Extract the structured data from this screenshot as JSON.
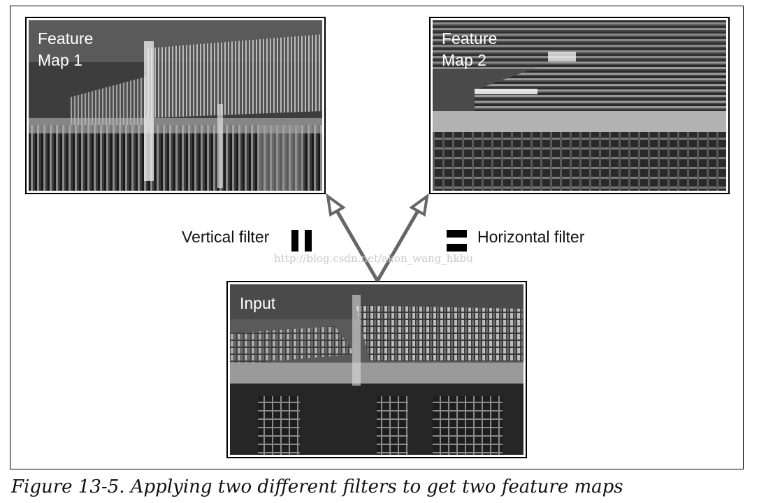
{
  "feature_map_1": {
    "line1": "Feature",
    "line2": "Map 1"
  },
  "feature_map_2": {
    "line1": "Feature",
    "line2": "Map 2"
  },
  "input": {
    "label": "Input"
  },
  "vertical_filter": {
    "label": "Vertical filter"
  },
  "horizontal_filter": {
    "label": "Horizontal filter"
  },
  "watermark": "http://blog.csdn.net/akon_wang_hkbu",
  "caption": "Figure 13-5. Applying two different filters to get two feature maps",
  "colors": {
    "arrow": "#666666",
    "border": "#000000"
  }
}
